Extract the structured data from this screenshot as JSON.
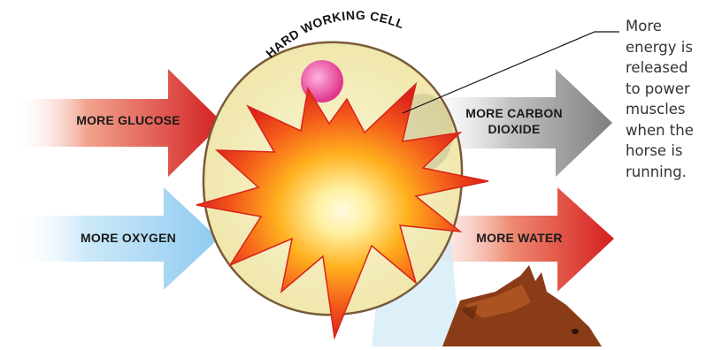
{
  "cell_label": "HARD WORKING CELL",
  "inputs": [
    {
      "label": "MORE GLUCOSE",
      "color": "#d21f1f"
    },
    {
      "label": "MORE OXYGEN",
      "color": "#8ecbf0"
    }
  ],
  "outputs": [
    {
      "label_line1": "MORE CARBON",
      "label_line2": "DIOXIDE",
      "color": "#7f7f7f"
    },
    {
      "label": "MORE WATER",
      "color": "#d41e1e"
    }
  ],
  "annotation": {
    "lines": [
      "More",
      "energy is",
      "released",
      "to power",
      "muscles",
      "when the",
      "horse is",
      "running."
    ]
  },
  "colors": {
    "cell_fill": "#f4eebd",
    "cell_outline": "#7a5a3a",
    "explosion_outer": "#e33515",
    "explosion_core": "#fff6c0",
    "horse": "#8a3c18",
    "leader_line": "#111111"
  }
}
